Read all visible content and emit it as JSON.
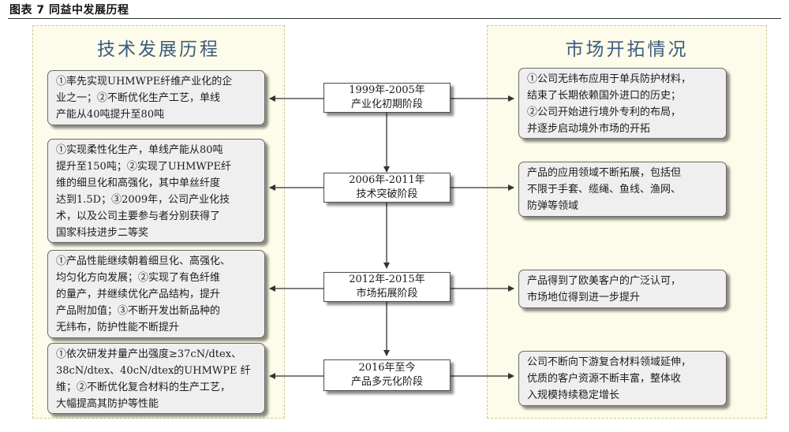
{
  "figure": {
    "title": "图表 7 同益中发展历程"
  },
  "left_panel": {
    "heading": "技术发展历程",
    "boxes": [
      {
        "lines": [
          "①率先实现UHMWPE纤维产业化的企",
          "业之一；②不断优化生产工艺，单线",
          "产能从40吨提升至80吨"
        ]
      },
      {
        "lines": [
          "①实现柔性化生产，单线产能从80吨",
          "提升至150吨；②实现了UHMWPE纤",
          "维的细旦化和高强化，其中单丝纤度",
          "达到1.5D；③2009年，公司产业化技",
          "术，以及公司主要参与者分别获得了",
          "国家科技进步二等奖"
        ]
      },
      {
        "lines": [
          "①产品性能继续朝着细旦化、高强化、",
          "均匀化方向发展；②实现了有色纤维",
          "的量产，并继续优化产品结构，提升",
          "产品附加值；③不断开发出新品种的",
          "无纬布，防护性能不断提升"
        ]
      },
      {
        "lines": [
          "①依次研发并量产出强度≥37cN/dtex、",
          "38cN/dtex、40cN/dtex的UHMWPE 纤",
          "维；②不断优化复合材料的生产工艺，",
          "大幅提高其防护等性能"
        ]
      }
    ]
  },
  "stages": [
    {
      "line1": "1999年-2005年",
      "line2": "产业化初期阶段"
    },
    {
      "line1": "2006年-2011年",
      "line2": "技术突破阶段"
    },
    {
      "line1": "2012年-2015年",
      "line2": "市场拓展阶段"
    },
    {
      "line1": "2016年至今",
      "line2": "产品多元化阶段"
    }
  ],
  "right_panel": {
    "heading": "市场开拓情况",
    "boxes": [
      {
        "lines": [
          "①公司无纬布应用于单兵防护材料，",
          "结束了长期依赖国外进口的历史；",
          "②公司开始进行境外专利的布局，",
          "并逐步启动境外市场的开拓"
        ]
      },
      {
        "lines": [
          "产品的应用领域不断拓展，包括但",
          "不限于手套、缆绳、鱼线、渔网、",
          "防弹等领域"
        ]
      },
      {
        "lines": [
          "产品得到了欧美客户的广泛认可，",
          "市场地位得到进一步提升"
        ]
      },
      {
        "lines": [
          "公司不断向下游复合材料领域延伸，",
          "优质的客户资源不断丰富，整体收",
          "入规模持续稳定增长"
        ]
      }
    ]
  }
}
